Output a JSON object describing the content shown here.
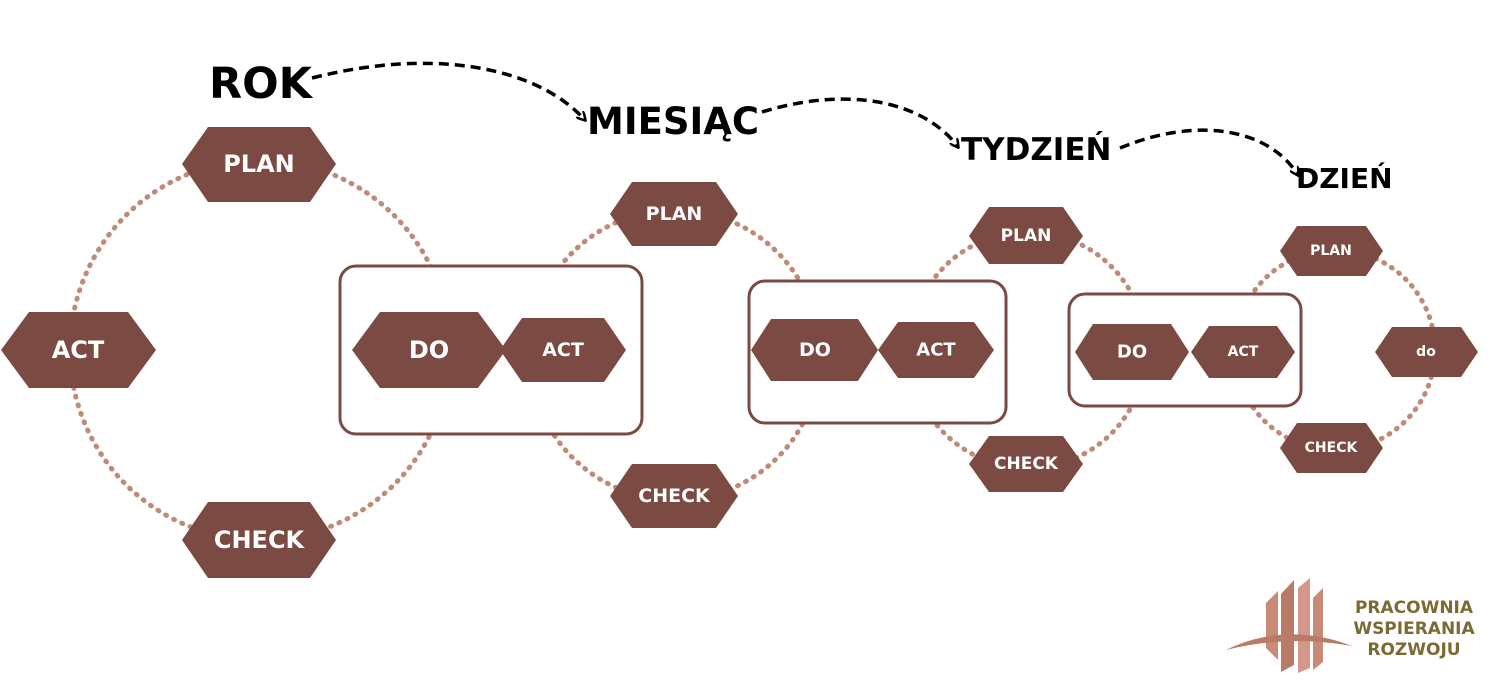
{
  "colors": {
    "hex_fill": "#7b4b43",
    "dots": "#c08a78",
    "box_stroke": "#7b4b43",
    "arrow": "#000000",
    "logo_text": "#7d6a32",
    "logo_bars": "#c98b78"
  },
  "periods": {
    "year": "ROK",
    "month": "MIESIĄC",
    "week": "TYDZIEŃ",
    "day": "DZIEŃ"
  },
  "year_cycle": {
    "plan": "PLAN",
    "do": "DO",
    "check": "CHECK",
    "act": "ACT"
  },
  "month_cycle": {
    "plan": "PLAN",
    "do": "DO",
    "check": "CHECK",
    "act": "ACT"
  },
  "week_cycle": {
    "plan": "PLAN",
    "do": "DO",
    "check": "CHECK",
    "act": "ACT"
  },
  "day_cycle": {
    "plan": "PLAN",
    "do": "do",
    "check": "CHECK",
    "act": "ACT"
  },
  "logo": {
    "line1": "PRACOWNIA",
    "line2": "WSPIERANIA",
    "line3": "ROZWOJU"
  }
}
